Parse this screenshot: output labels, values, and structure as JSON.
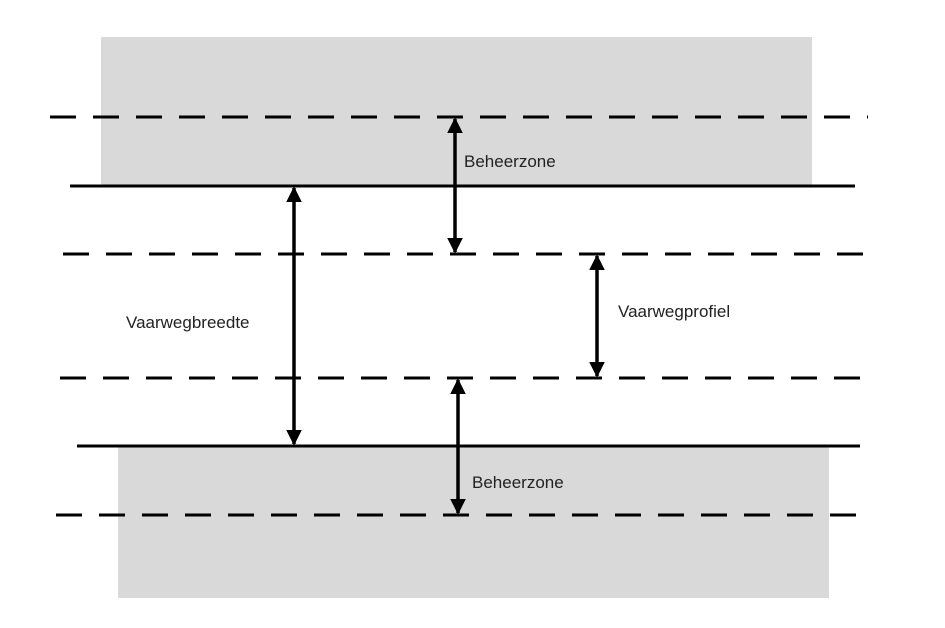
{
  "labels": {
    "beheerzone_top": "Beheerzone",
    "beheerzone_bottom": "Beheerzone",
    "vaarwegbreedte": "Vaarwegbreedte",
    "vaarwegprofiel": "Vaarwegprofiel"
  },
  "colors": {
    "zone_fill": "#d9d9d9",
    "line": "#000000"
  }
}
